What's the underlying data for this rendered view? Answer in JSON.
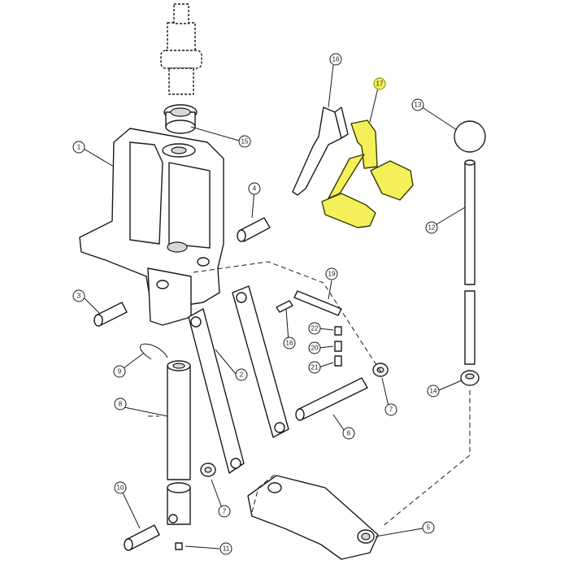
{
  "diagram": {
    "highlight_color": "#f4f05a",
    "selected_part": "17",
    "callouts": [
      {
        "id": "c1",
        "label": "1"
      },
      {
        "id": "c2",
        "label": "2"
      },
      {
        "id": "c3",
        "label": "3"
      },
      {
        "id": "c4",
        "label": "4"
      },
      {
        "id": "c5",
        "label": "5"
      },
      {
        "id": "c6",
        "label": "6"
      },
      {
        "id": "c7a",
        "label": "7"
      },
      {
        "id": "c7b",
        "label": "7"
      },
      {
        "id": "c8",
        "label": "8"
      },
      {
        "id": "c9",
        "label": "9"
      },
      {
        "id": "c10",
        "label": "10"
      },
      {
        "id": "c11",
        "label": "11"
      },
      {
        "id": "c12",
        "label": "12"
      },
      {
        "id": "c13",
        "label": "13"
      },
      {
        "id": "c14",
        "label": "14"
      },
      {
        "id": "c15",
        "label": "15"
      },
      {
        "id": "c16",
        "label": "16"
      },
      {
        "id": "c16b",
        "label": "16"
      },
      {
        "id": "c17",
        "label": "17"
      },
      {
        "id": "c19",
        "label": "19"
      },
      {
        "id": "c20",
        "label": "20"
      },
      {
        "id": "c21",
        "label": "21"
      },
      {
        "id": "c22",
        "label": "22"
      }
    ]
  }
}
